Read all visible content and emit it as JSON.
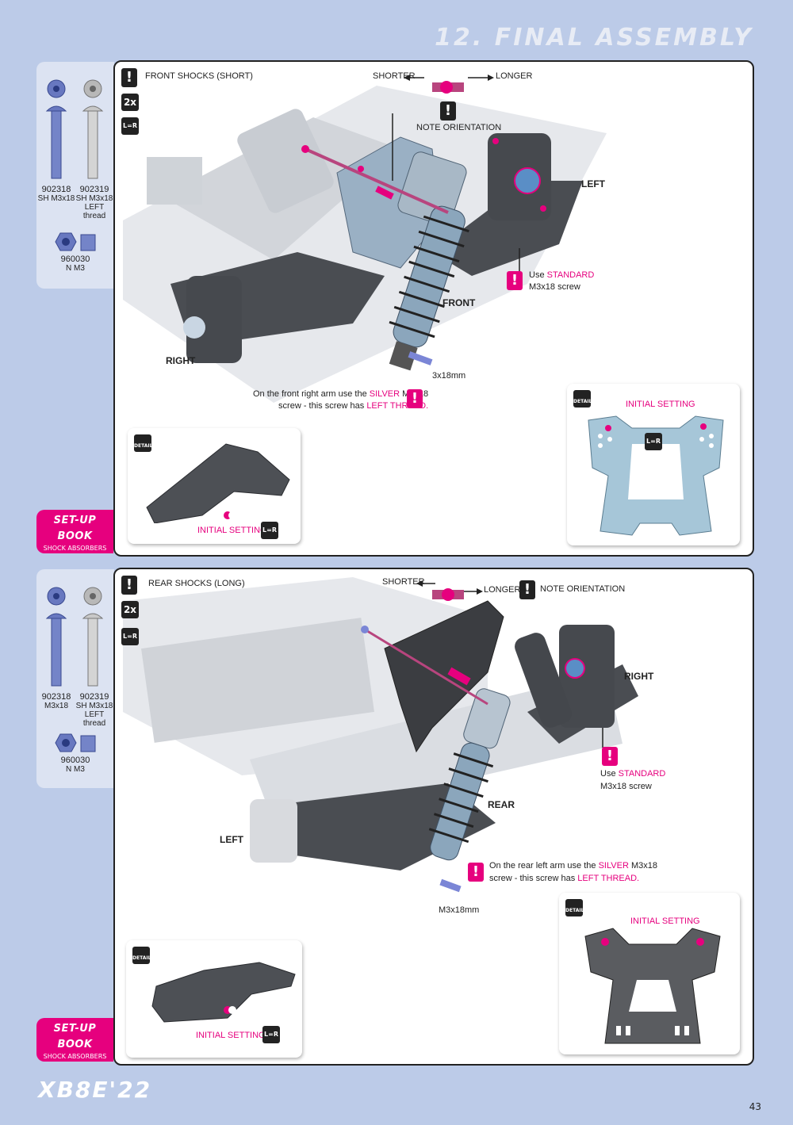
{
  "page": {
    "title": "12. FINAL ASSEMBLY",
    "logo": "XB8E'22",
    "page_number": "43"
  },
  "top": {
    "parts": [
      {
        "code": "902318",
        "desc": "SH M3x18",
        "desc2": ""
      },
      {
        "code": "902319",
        "desc": "SH M3x18",
        "desc2": "LEFT thread"
      },
      {
        "code": "960030",
        "desc": "N M3",
        "desc2": ""
      }
    ],
    "heading": "FRONT SHOCKS (SHORT)",
    "qty": "2x",
    "lr": "L=R",
    "shorter": "SHORTER",
    "longer": "LONGER",
    "note_orientation": "NOTE ORIENTATION",
    "left": "LEFT",
    "right": "RIGHT",
    "front": "FRONT",
    "use": "Use",
    "standard": "STANDARD",
    "screw": "M3x18 screw",
    "screw_len": "3x18mm",
    "note_line1_a": "On the front right arm use the",
    "note_silver": "SILVER",
    "note_line1_b": "M3x18",
    "note_line2_a": "screw - this screw has",
    "note_left_thread": "LEFT THREAD.",
    "initial_setting": "INITIAL SETTING",
    "detail": "DETAIL",
    "setup_line1": "SET-UP",
    "setup_line2": "BOOK",
    "setup_sub": "SHOCK ABSORBERS"
  },
  "bottom": {
    "parts": [
      {
        "code": "902318",
        "desc": "M3x18",
        "desc2": ""
      },
      {
        "code": "902319",
        "desc": "SH M3x18",
        "desc2": "LEFT thread"
      },
      {
        "code": "960030",
        "desc": "N M3",
        "desc2": ""
      }
    ],
    "heading": "REAR SHOCKS (LONG)",
    "qty": "2x",
    "lr": "L=R",
    "shorter": "SHORTER",
    "longer": "LONGER",
    "note_orientation": "NOTE ORIENTATION",
    "left": "LEFT",
    "right": "RIGHT",
    "rear": "REAR",
    "use": "Use",
    "standard": "STANDARD",
    "screw": "M3x18 screw",
    "screw_len": "M3x18mm",
    "note_line1_a": "On the rear left arm use the",
    "note_silver": "SILVER",
    "note_line1_b": "M3x18",
    "note_line2_a": "screw - this screw has",
    "note_left_thread": "LEFT THREAD.",
    "initial_setting": "INITIAL SETTING",
    "detail": "DETAIL",
    "setup_line1": "SET-UP",
    "setup_line2": "BOOK",
    "setup_sub": "SHOCK ABSORBERS"
  },
  "colors": {
    "accent": "#e6007e",
    "background": "#bccbe8",
    "parts_bg": "#dce3f2"
  }
}
